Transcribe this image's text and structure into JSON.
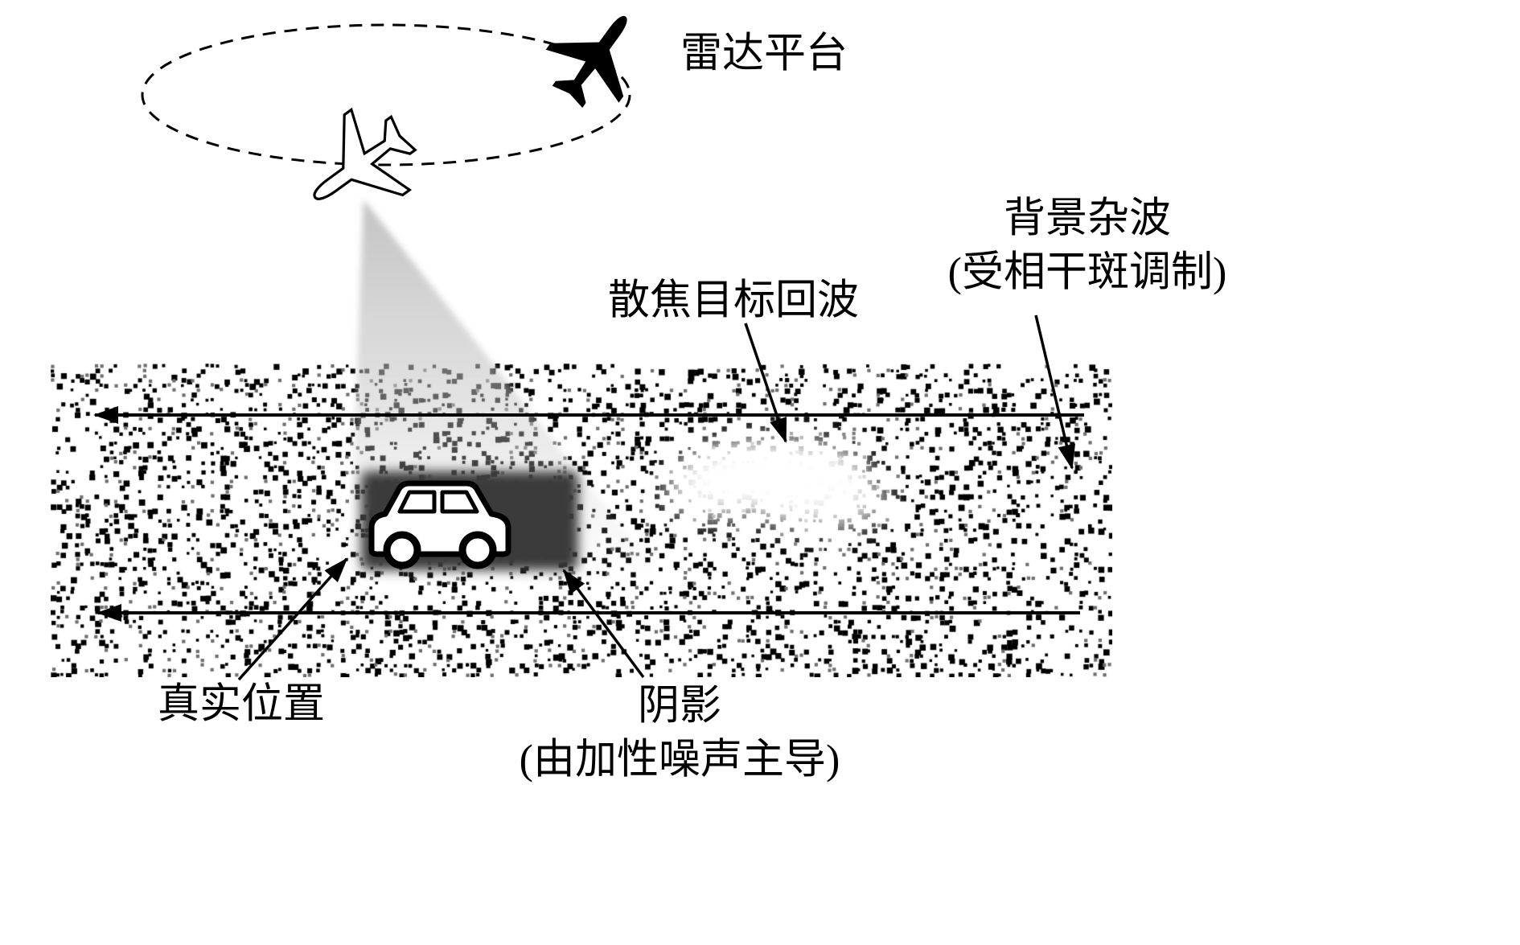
{
  "labels": {
    "radar_platform": "雷达平台",
    "background_clutter_line1": "背景杂波",
    "background_clutter_line2": "(受相干斑调制)",
    "defocused_echo": "散焦目标回波",
    "true_position": "真实位置",
    "shadow_line1": "阴影",
    "shadow_line2": "(由加性噪声主导)"
  },
  "icons": {
    "radar_aircraft": "airplane-top-view",
    "target_vehicle": "car",
    "orbit": "dashed-ellipse",
    "arrowhead": "solid-triangle"
  },
  "colors": {
    "background": "#ffffff",
    "ink": "#000000",
    "shadow_region": "#3a3a3a",
    "beam": "#bdbdbd",
    "speckle_dark": "#000000",
    "speckle_mid": "#6f6f6f"
  },
  "speckle": {
    "seed": 1337,
    "cell_size": 6,
    "density": 0.17,
    "mid_density": 0.05
  }
}
